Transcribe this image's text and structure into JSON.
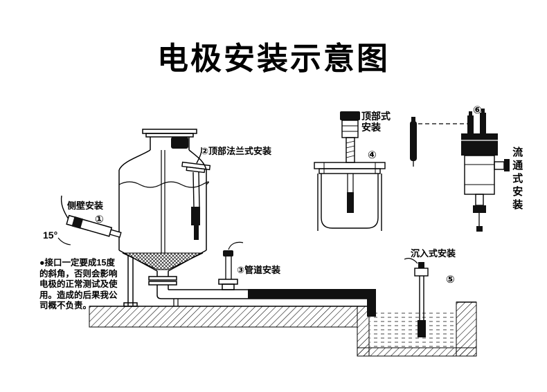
{
  "colors": {
    "ink": "#000000",
    "background": "#ffffff"
  },
  "title": "电极安装示意图",
  "note": {
    "lines": [
      "●接口一定要成15度",
      "的斜角，否则会影响",
      "电极的正常测试及使",
      "用。造成的后果我公",
      "司概不负责。"
    ]
  },
  "installations": {
    "side_wall": {
      "num": "①",
      "label": "侧壁安装",
      "angle": "15°"
    },
    "top_flange": {
      "num": "②",
      "label": "顶部法兰式安装"
    },
    "pipeline": {
      "num": "③",
      "label": "管道安装"
    },
    "top_mount": {
      "num": "④",
      "label_line1": "顶部式",
      "label_line2": "安装"
    },
    "submersion": {
      "num": "⑤",
      "label": "沉入式安装"
    },
    "flow_through": {
      "num": "⑥",
      "label": "流通式安装"
    }
  }
}
